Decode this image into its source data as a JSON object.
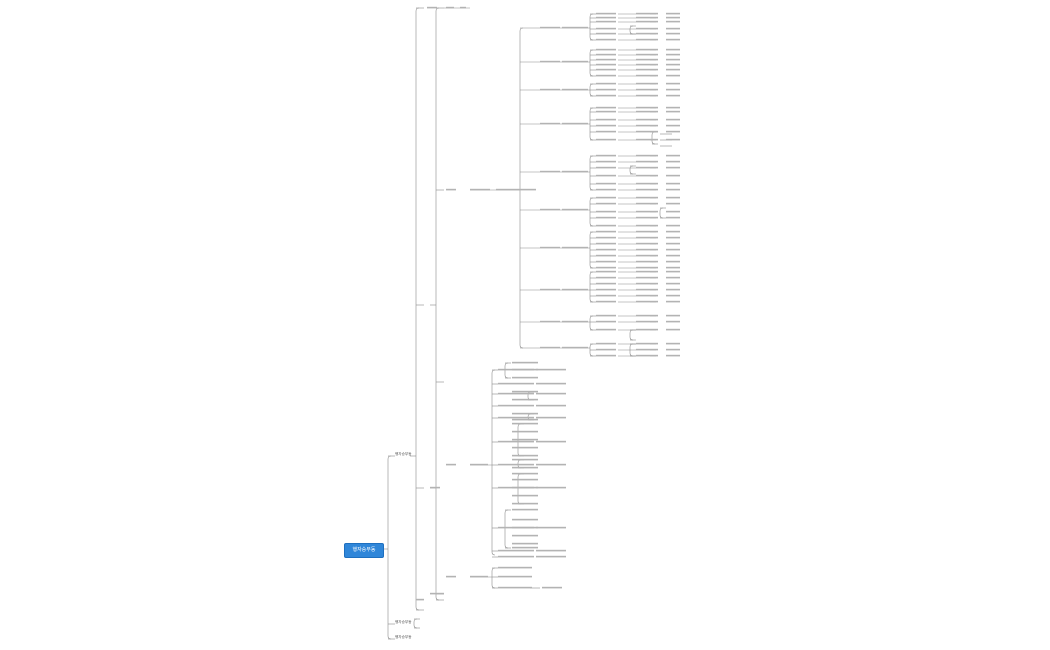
{
  "map": {
    "root": "행자승부동",
    "branches": [
      {
        "label": "행자승부동"
      },
      {
        "label": "행자승부동"
      },
      {
        "label": "행자승부동"
      }
    ]
  },
  "colors": {
    "root_fill": "#2f86d9",
    "line": "#8a8a8a",
    "text": "#777777"
  }
}
